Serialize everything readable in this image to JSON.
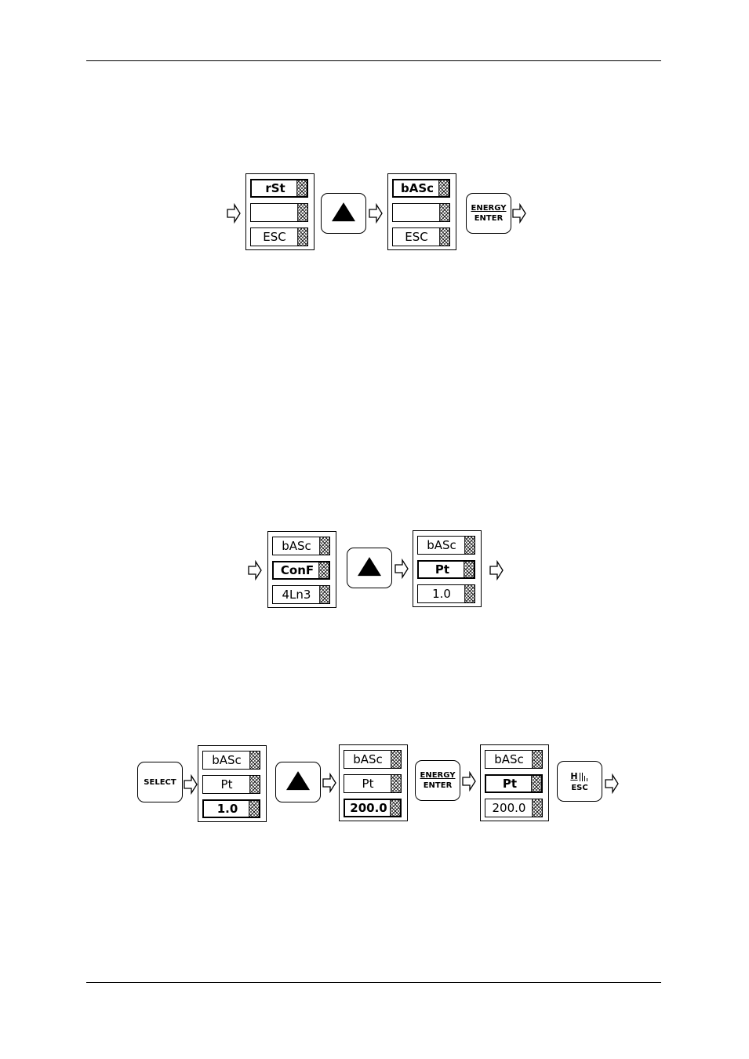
{
  "buttons": {
    "energy_enter_top": "ENERGY",
    "energy_enter_bottom": "ENTER",
    "select": "SELECT",
    "esc_glyph": "H",
    "esc_word": "ESC"
  },
  "sequence1": {
    "display1": [
      "rSt",
      "",
      "ESC"
    ],
    "display2": [
      "bASc",
      "",
      "ESC"
    ]
  },
  "sequence2": {
    "display1": [
      "bASc",
      "ConF",
      "4Ln3"
    ],
    "display2": [
      "bASc",
      "Pt",
      "1.0"
    ]
  },
  "sequence3": {
    "display1": [
      "bASc",
      "Pt",
      "1.0"
    ],
    "display2": [
      "bASc",
      "Pt",
      "200.0"
    ],
    "display3": [
      "bASc",
      "Pt",
      "200.0"
    ]
  },
  "icons": {
    "arrow": "hollow-right-arrow-icon",
    "up": "up-triangle-icon"
  }
}
